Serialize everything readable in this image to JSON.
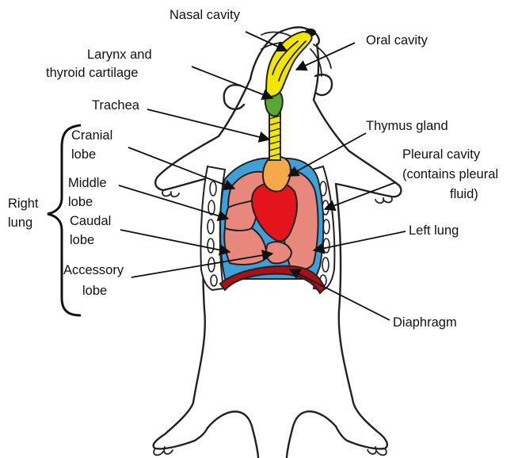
{
  "labels": {
    "nasal_cavity": "Nasal cavity",
    "oral_cavity": "Oral cavity",
    "larynx_1": "Larynx and",
    "larynx_2": "thyroid cartilage",
    "trachea": "Trachea",
    "thymus": "Thymus gland",
    "cranial_1": "Cranial",
    "cranial_2": "lobe",
    "pleural_1": "Pleural cavity",
    "pleural_2": "(contains pleural",
    "pleural_3": "fluid)",
    "middle_1": "Middle",
    "middle_2": "lobe",
    "right_lung_1": "Right",
    "right_lung_2": "lung",
    "caudal_1": "Caudal",
    "caudal_2": "lobe",
    "left_lung": "Left lung",
    "accessory_1": "Accessory",
    "accessory_2": "lobe",
    "diaphragm": "Diaphragm"
  },
  "colors": {
    "airway": "#f2e600",
    "larynx": "#58a832",
    "thymus": "#f7a84a",
    "heart": "#e3141b",
    "lung": "#e8877b",
    "pleura": "#3fa0d8",
    "diaphragm": "#a8101a"
  }
}
